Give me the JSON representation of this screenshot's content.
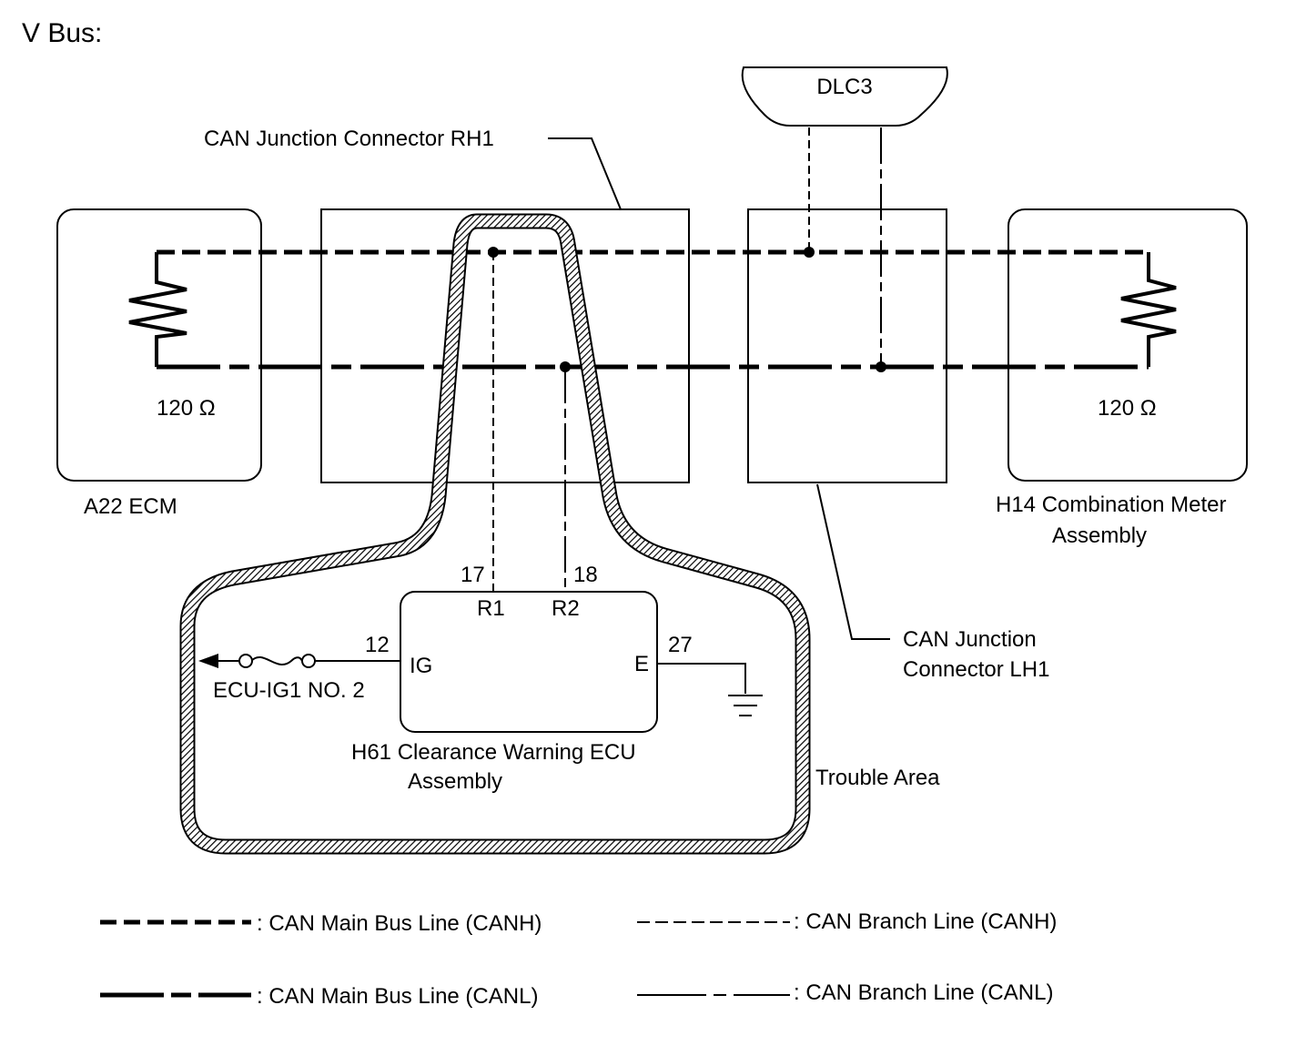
{
  "title": "V Bus:",
  "components": {
    "dlc3": "DLC3",
    "rh1": "CAN Junction Connector RH1",
    "lh1_line1": "CAN Junction",
    "lh1_line2": "Connector LH1",
    "ecm": "A22  ECM",
    "ecm_resistor": "120 Ω",
    "meter_line1": "H14 Combination Meter",
    "meter_line2": "Assembly",
    "meter_resistor": "120 Ω",
    "ecu_line1": "H61  Clearance Warning ECU",
    "ecu_line2": "Assembly",
    "trouble_area": "Trouble Area",
    "fuse": "ECU-IG1 NO. 2"
  },
  "pins": {
    "r1": "R1",
    "r1_no": "17",
    "r2": "R2",
    "r2_no": "18",
    "ig": "IG",
    "ig_no": "12",
    "e": "E",
    "e_no": "27"
  },
  "legend": {
    "main_canh": ": CAN Main Bus Line (CANH)",
    "main_canl": ": CAN Main Bus Line (CANL)",
    "branch_canh": ": CAN Branch Line (CANH)",
    "branch_canl": ": CAN Branch Line (CANL)"
  }
}
